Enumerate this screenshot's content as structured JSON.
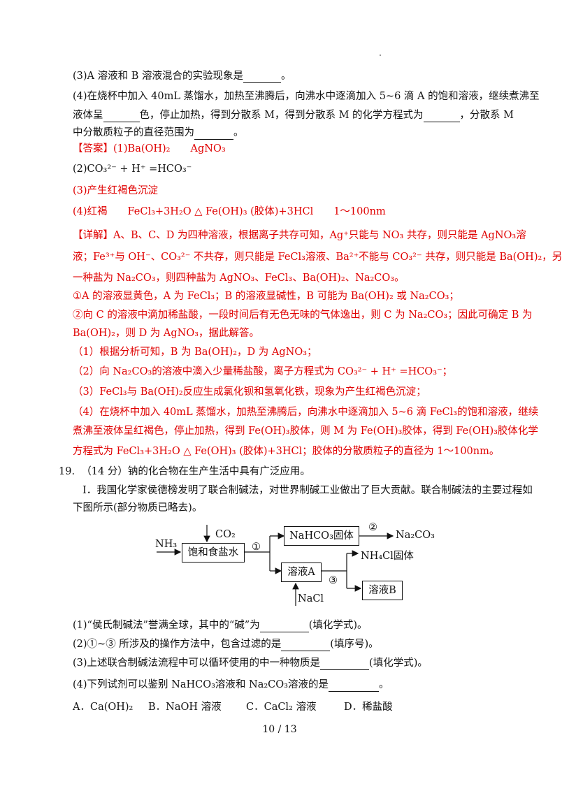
{
  "q18": {
    "item3": "(3)A 溶液和 B 溶液混合的实验现象是",
    "item3_end": "。",
    "item4_l1": "(4)在烧杯中加入 40mL 蒸馏水，加热至沸腾后，向沸水中逐滴加入 5~6 滴 A 的饱和溶液，继续煮沸至",
    "item4_l2a": "液体呈",
    "item4_l2b": "色，停止加热，得到分散系 M，得到分散系 M 的化学方程式为",
    "item4_l2c": "，分散系 M",
    "item4_l3a": "中分散质粒子的直径范围为",
    "item4_l3b": "。"
  },
  "answer": {
    "tag": "【答案】",
    "a1": "(1)Ba(OH)₂　　AgNO₃",
    "a2": "(2)CO₃²⁻ + H⁺ =HCO₃⁻",
    "a3": "(3)产生红褐色沉淀",
    "a4": "(4)红褐　　FeCl₃+3H₂O △ Fe(OH)₃ (胶体)+3HCl　　1～100nm"
  },
  "detail": {
    "tag": "【详解】",
    "l1": "A、B、C、D 为四种溶液，根据离子共存可知，Ag⁺只能与 NO₃ 共存，则只能是 AgNO₃溶",
    "l2": "液；Fe³⁺与 OH⁻、CO₃²⁻ 不共存，则只能是 FeCl₃溶液、Ba²⁺不能与 CO₃²⁻ 共存，则只能是 Ba(OH)₂，另",
    "l3": "一种盐为 Na₂CO₃，则四种盐为 AgNO₃、FeCl₃、Ba(OH)₂、Na₂CO₃。",
    "l4": "①A 的溶液显黄色，A 为 FeCl₃；B 的溶液显碱性，B 可能为 Ba(OH)₂ 或 Na₂CO₃；",
    "l5": "②向 C 的溶液中滴加稀盐酸，一段时间后有无色无味的气体逸出，则 C 为 Na₂CO₃；因此可确定 B 为",
    "l6": "Ba(OH)₂，则 D 为 AgNO₃，据此解答。",
    "l7": "（1）根据分析可知，B 为 Ba(OH)₂，D 为 AgNO₃；",
    "l8": "（2）向 Na₂CO₃的溶液中滴入少量稀盐酸，离子方程式为 CO₃²⁻ + H⁺ =HCO₃⁻；",
    "l9": "（3）FeCl₃与 Ba(OH)₂反应生成氯化钡和氢氧化铁，现象为产生红褐色沉淀；",
    "l10": "（4）在烧杯中加入 40mL 蒸馏水，加热至沸腾后，向沸水中逐滴加入 5~6 滴 FeCl₃的饱和溶液，继续",
    "l11": "煮沸至液体呈红褐色，停止加热，得到 Fe(OH)₃胶体，则 M 为 Fe(OH)₃胶体，得到 Fe(OH)₃胶体化学",
    "l12": "方程式为 FeCl₃+3H₂O △ Fe(OH)₃ (胶体)+3HCl；胶体的分散质粒子的直径为 1～100nm。"
  },
  "q19": {
    "num": "19.",
    "score": "（14 分）",
    "stem": "钠的化合物在生产生活中具有广泛应用。",
    "intro1": "I．我国化学家侯德榜发明了联合制碱法，对世界制碱工业做出了巨大贡献。联合制碱法的主要过程如",
    "intro2": "下图所示(部分物质已略去)。",
    "diagram": {
      "nh3": "NH₃",
      "co2": "CO₂",
      "brine": "饱和食盐水",
      "step1": "①",
      "nahco3": "NaHCO₃固体",
      "step2": "②",
      "na2co3": "Na₂CO₃",
      "solA": "溶液A",
      "nh4cl": "NH₄Cl固体",
      "step3": "③",
      "solB": "溶液B",
      "nacl": "NaCl"
    },
    "p1a": "(1)“侯氏制碱法”誉满全球，其中的“碱”为",
    "p1b": "(填化学式)。",
    "p2a": "(2)①~③ 所涉及的操作方法中，包含过滤的是",
    "p2b": "(填序号)。",
    "p3a": "(3)上述联合制碱法流程中可以循环使用的中一种物质是",
    "p3b": "(填化学式)。",
    "p4a": "(4)下列试剂可以鉴别 NaHCO₃溶液和 Na₂CO₃溶液的是",
    "p4b": "。",
    "optA": "A．Ca(OH)₂",
    "optB": "B．NaOH 溶液",
    "optC": "C．CaCl₂ 溶液",
    "optD": "D．稀盐酸"
  },
  "page": "10 / 13"
}
